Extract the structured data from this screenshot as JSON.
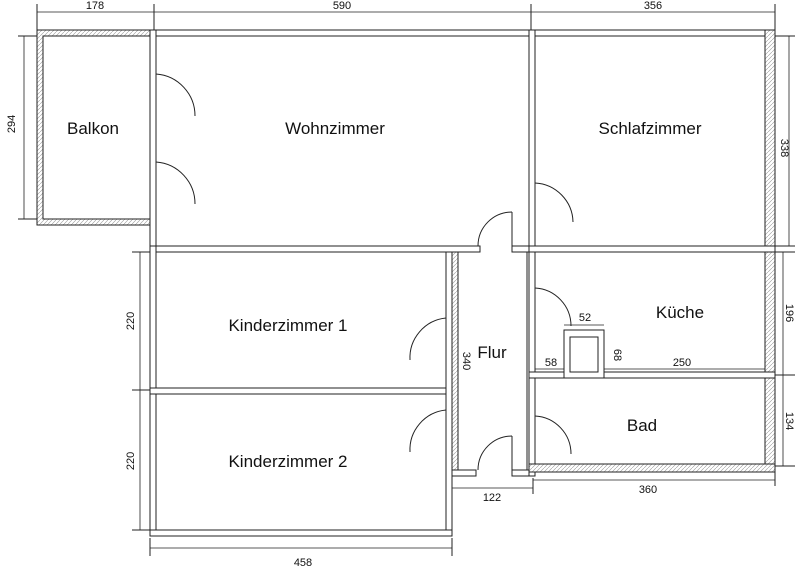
{
  "rooms": {
    "balkon": "Balkon",
    "wohnzimmer": "Wohnzimmer",
    "schlafzimmer": "Schlafzimmer",
    "kinderzimmer1": "Kinderzimmer 1",
    "kinderzimmer2": "Kinderzimmer 2",
    "flur": "Flur",
    "kueche": "Küche",
    "bad": "Bad"
  },
  "dimensions": {
    "top_balkon": "178",
    "top_wohnzimmer": "590",
    "top_schlafzimmer": "356",
    "left_balkon": "294",
    "right_schlafzimmer": "338",
    "left_kinderzimmer1": "220",
    "left_kinderzimmer2": "220",
    "flur_length": "340",
    "right_kueche": "196",
    "right_bad": "134",
    "shaft_width": "52",
    "shaft_depth": "68",
    "kueche_left_seg": "58",
    "kueche_right_seg": "250",
    "bottom_flur": "122",
    "bottom_bad": "360",
    "bottom_kinderzimmer": "458"
  }
}
